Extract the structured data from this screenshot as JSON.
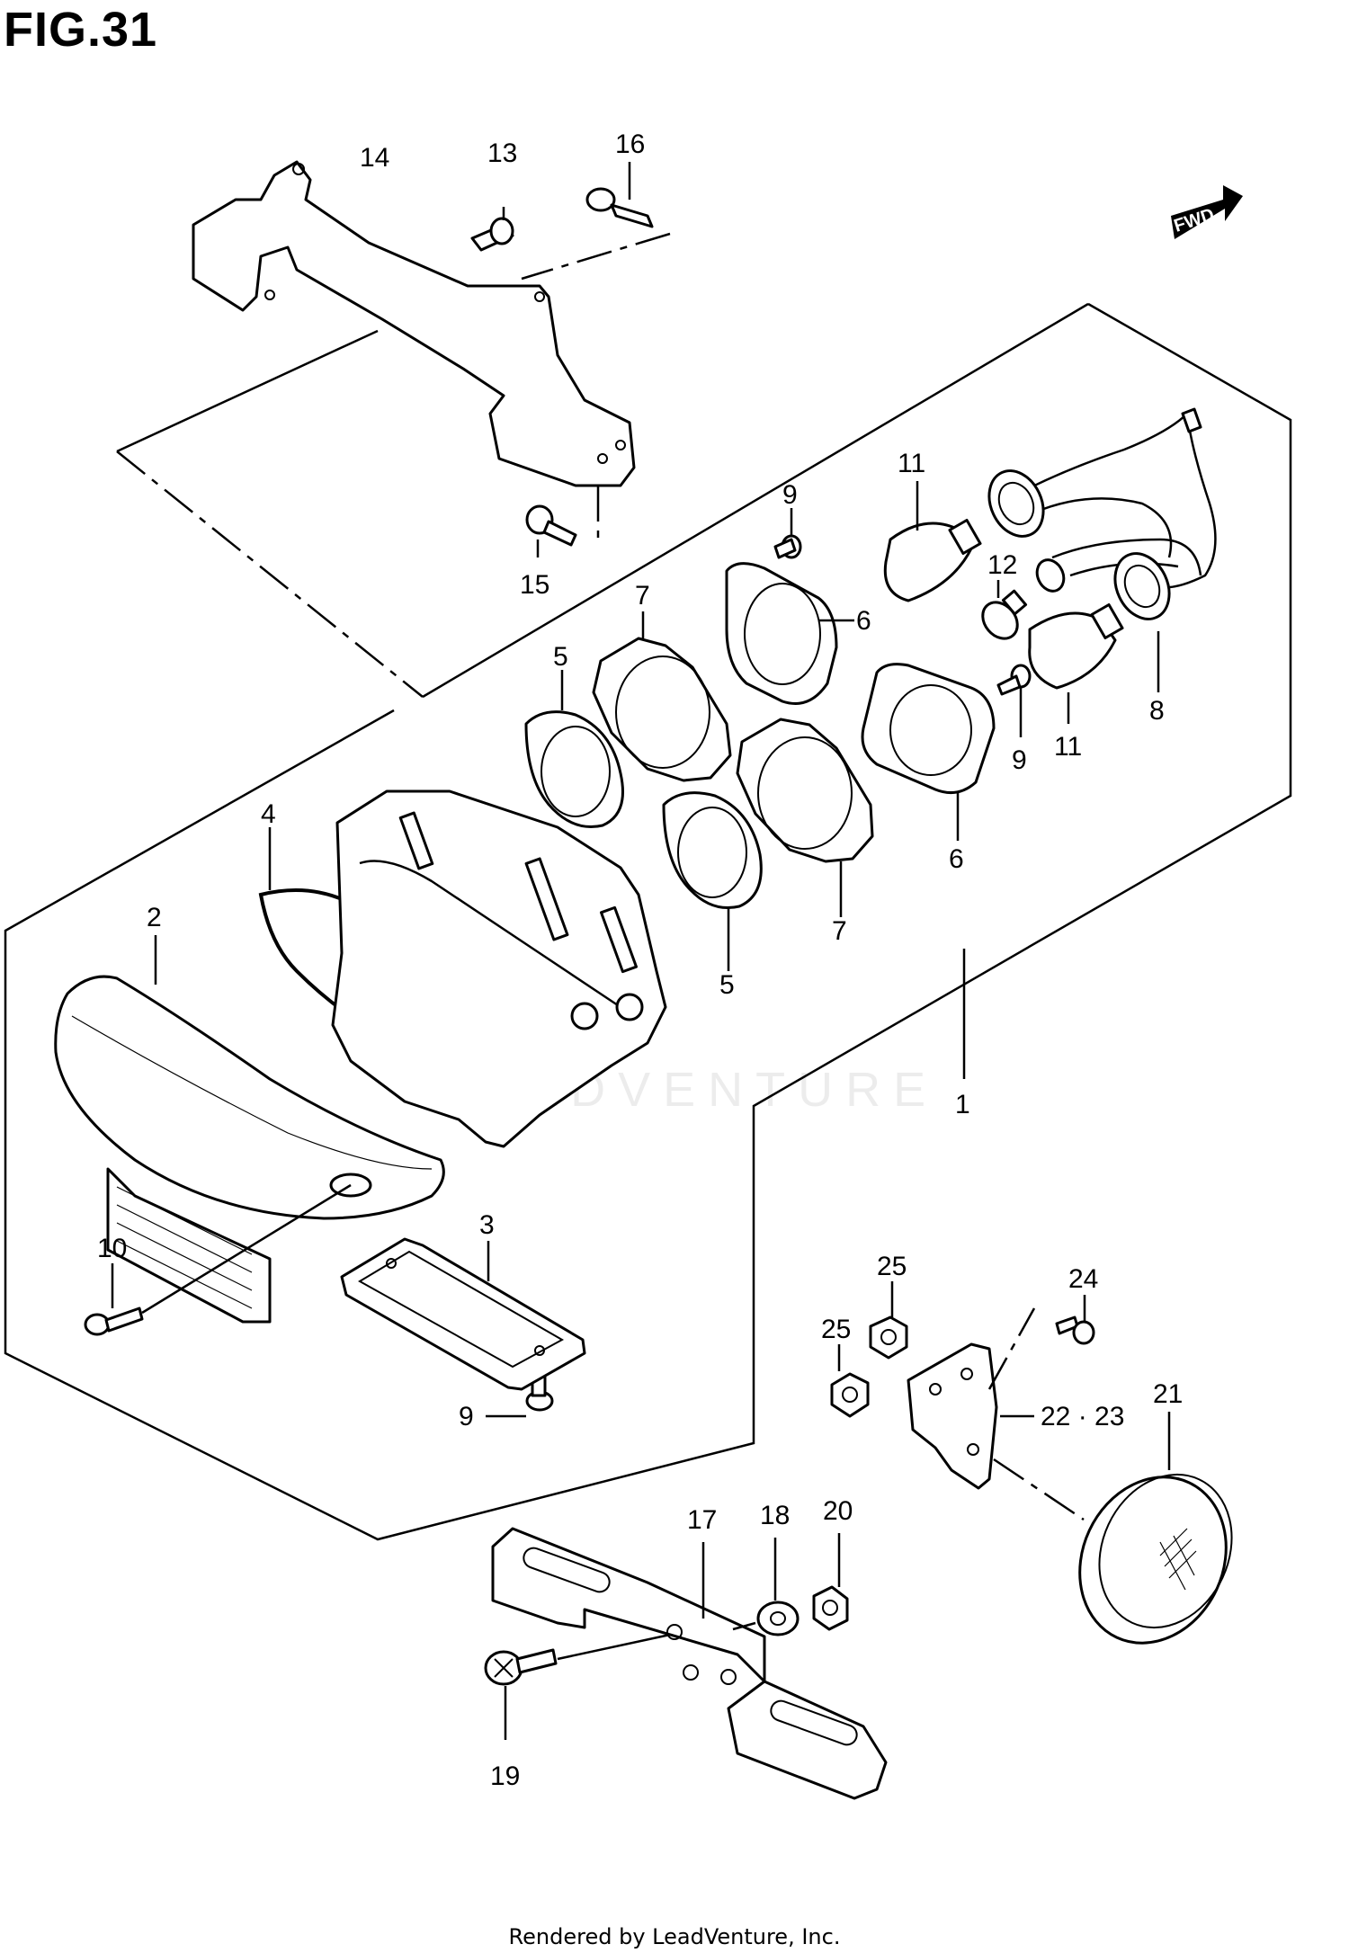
{
  "title": "FIG.31",
  "footer": "Rendered by LeadVenture, Inc.",
  "watermark": "LEADVENTURE",
  "fwd_label": "FWD",
  "callouts": {
    "c1": "1",
    "c2": "2",
    "c3": "3",
    "c4": "4",
    "c5a": "5",
    "c5b": "5",
    "c6a": "6",
    "c6b": "6",
    "c7a": "7",
    "c7b": "7",
    "c8": "8",
    "c9a": "9",
    "c9b": "9",
    "c9c": "9",
    "c10": "10",
    "c11a": "11",
    "c11b": "11",
    "c12": "12",
    "c13": "13",
    "c14": "14",
    "c15": "15",
    "c16": "16",
    "c17": "17",
    "c18": "18",
    "c19": "19",
    "c20": "20",
    "c21": "21",
    "c22": "22 · 23",
    "c24": "24",
    "c25a": "25",
    "c25b": "25"
  }
}
